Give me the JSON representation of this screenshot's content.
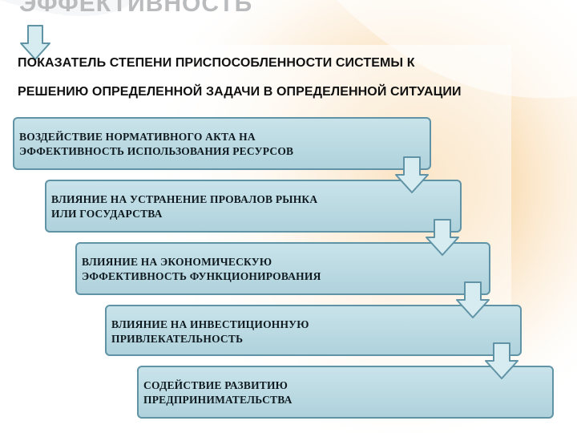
{
  "title": "ЭФФЕКТИВНОСТЬ",
  "subtitle": {
    "line1": "ПОКАЗАТЕЛЬ СТЕПЕНИ ПРИСПОСОБЛЕННОСТИ СИСТЕМЫ К",
    "line2": "РЕШЕНИЮ ОПРЕДЕЛЕННОЙ ЗАДАЧИ В ОПРЕДЕЛЕННОЙ СИТУАЦИИ"
  },
  "steps": [
    {
      "text": "ВОЗДЕЙСТВИЕ НОРМАТИВНОГО АКТА НА\nЭФФЕКТИВНОСТЬ ИСПОЛЬЗОВАНИЯ РЕСУРСОВ"
    },
    {
      "text": "ВЛИЯНИЕ НА УСТРАНЕНИЕ ПРОВАЛОВ РЫНКА\nИЛИ ГОСУДАРСТВА"
    },
    {
      "text": "ВЛИЯНИЕ НА ЭКОНОМИЧЕСКУЮ\nЭФФЕКТИВНОСТЬ ФУНКЦИОНИРОВАНИЯ"
    },
    {
      "text": "ВЛИЯНИЕ НА ИНВЕСТИЦИОННУЮ\nПРИВЛЕКАТЕЛЬНОСТЬ"
    },
    {
      "text": "СОДЕЙСТВИЕ РАЗВИТИЮ\nПРЕДПРИНИМАТЕЛЬСТВА"
    }
  ],
  "colors": {
    "box_fill": "#bcdbe3",
    "box_border": "#5f93a5",
    "arrow_fill": "#d7ecf1",
    "arrow_stroke": "#5f93a5",
    "title": "#b9bbbd",
    "text": "#111111"
  }
}
